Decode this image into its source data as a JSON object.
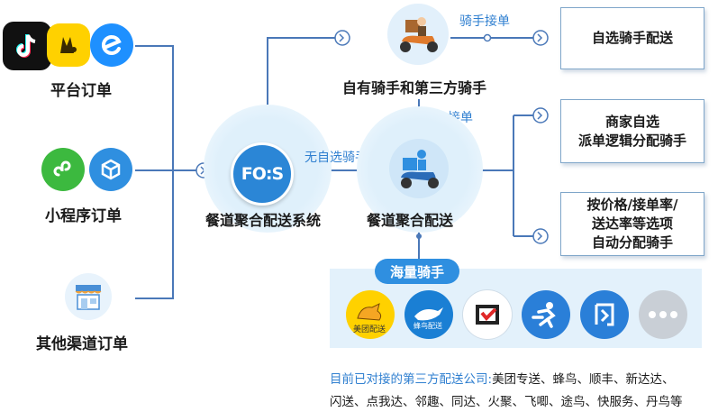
{
  "sources": {
    "platform_label": "平台订单",
    "miniprogram_label": "小程序订单",
    "other_label": "其他渠道订单"
  },
  "system": {
    "logo_text": "FO:S",
    "label": "餐道聚合配送系统",
    "no_self_rider": "无自选骑手"
  },
  "riders": {
    "own_third_label": "自有骑手和第三方骑手",
    "rider_accept": "骑手接单",
    "not_accepted": "未接单"
  },
  "aggregate": {
    "label": "餐道聚合配送"
  },
  "outcomes": {
    "self_select": "自选骑手配送",
    "merchant_line1": "商家自选",
    "merchant_line2": "派单逻辑分配骑手",
    "auto_line1": "按价格/接单率/",
    "auto_line2": "送达率等选项",
    "auto_line3": "自动分配骑手"
  },
  "mass_riders": {
    "tag": "海量骑手",
    "meituan_text": "美团配送",
    "fengniao_text": "蜂鸟配送"
  },
  "footer": {
    "prefix": "目前已对接的第三方配送公司:",
    "line1_rest": "美团专送、蜂鸟、顺丰、新达达、",
    "line2": "闪送、点我达、邻趣、同达、火聚、飞唧、途鸟、快服务、丹鸟等"
  },
  "colors": {
    "line": "#4a78b8",
    "accent": "#2f7fd0",
    "panel": "#e3f1fb"
  }
}
